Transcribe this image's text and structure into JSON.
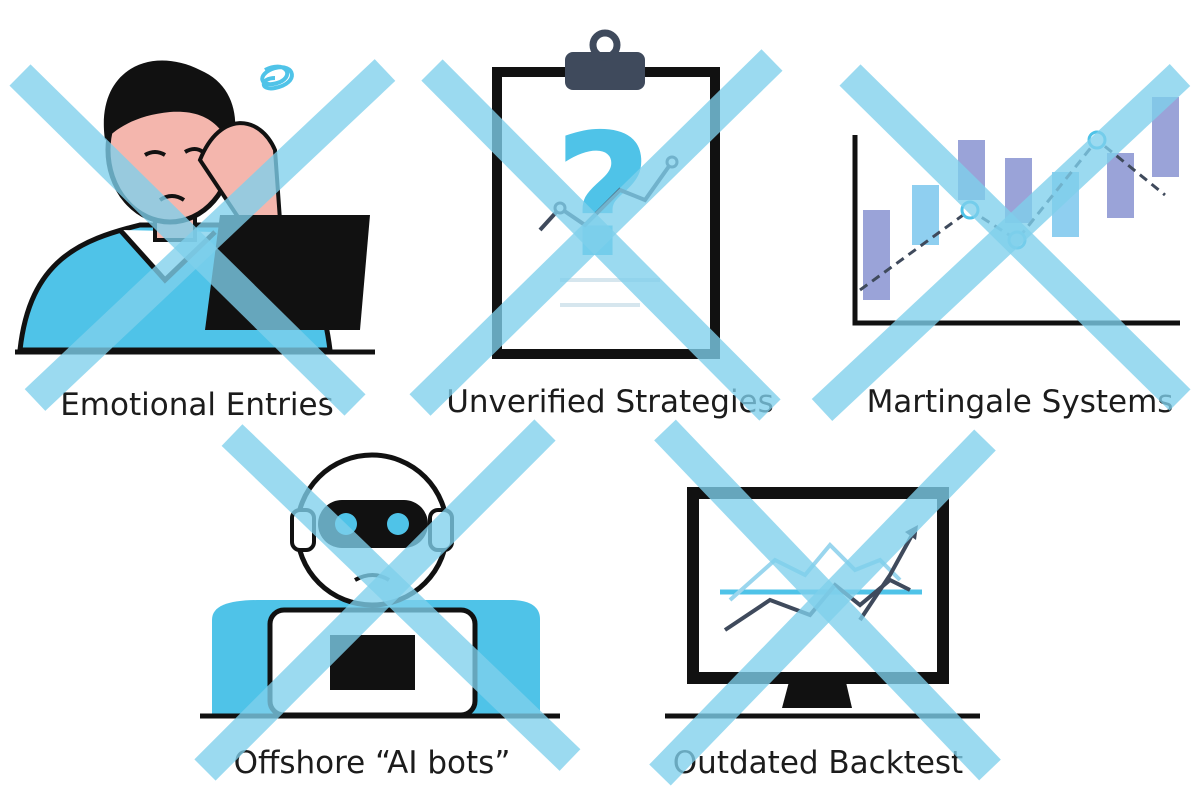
{
  "items": [
    {
      "label": "Emotional Entries",
      "icon": "stressed-trader-icon"
    },
    {
      "label": "Unverified Strategies",
      "icon": "clipboard-question-icon"
    },
    {
      "label": "Martingale Systems",
      "icon": "candlestick-chart-icon"
    },
    {
      "label": "Offshore “AI bots”",
      "icon": "robot-icon"
    },
    {
      "label": "Outdated Backtest",
      "icon": "monitor-chart-icon"
    }
  ],
  "colors": {
    "cross": "#7fd0ec",
    "accent_blue": "#4fc3e8",
    "dark": "#1c1c1c",
    "candle": "#9aa3d8"
  },
  "cross_icon": "x-mark-icon"
}
